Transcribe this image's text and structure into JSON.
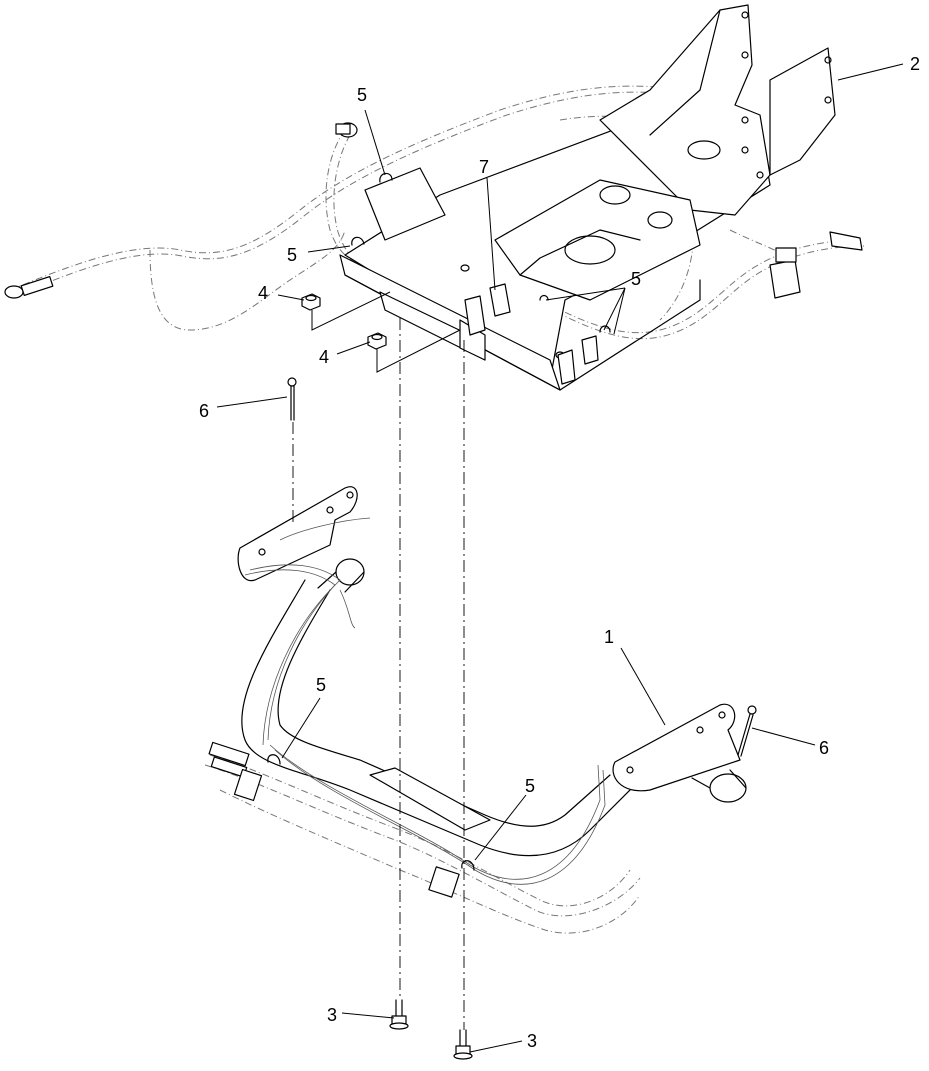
{
  "callouts": [
    {
      "id": "c2",
      "text": "2"
    },
    {
      "id": "c5a",
      "text": "5"
    },
    {
      "id": "c7",
      "text": "7"
    },
    {
      "id": "c5b",
      "text": "5"
    },
    {
      "id": "c5c",
      "text": "5"
    },
    {
      "id": "c4a",
      "text": "4"
    },
    {
      "id": "c4b",
      "text": "4"
    },
    {
      "id": "c6a",
      "text": "6"
    },
    {
      "id": "c1",
      "text": "1"
    },
    {
      "id": "c6b",
      "text": "6"
    },
    {
      "id": "c5d",
      "text": "5"
    },
    {
      "id": "c5e",
      "text": "5"
    },
    {
      "id": "c3a",
      "text": "3"
    },
    {
      "id": "c3b",
      "text": "3"
    }
  ]
}
